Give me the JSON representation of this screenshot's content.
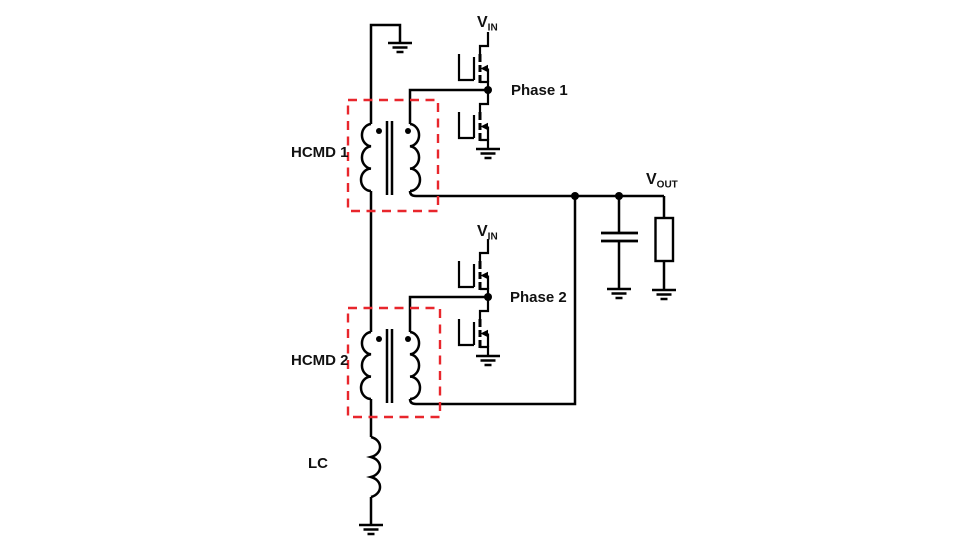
{
  "colors": {
    "wire": "#000000",
    "highlight_red": "#e8262c",
    "background": "#ffffff"
  },
  "labels": {
    "vin_phase1": {
      "main": "V",
      "sub": "IN"
    },
    "vin_phase2": {
      "main": "V",
      "sub": "IN"
    },
    "vout": {
      "main": "V",
      "sub": "OUT"
    },
    "phase1": "Phase 1",
    "phase2": "Phase 2",
    "hcmd1": "HCMD 1",
    "hcmd2": "HCMD 2",
    "lc": "LC"
  },
  "components": {
    "mosfets": [
      "phase1-high-side-nmos",
      "phase1-low-side-nmos",
      "phase2-high-side-nmos",
      "phase2-low-side-nmos"
    ],
    "transformers": [
      "hcmd1-coupled-inductor",
      "hcmd2-coupled-inductor"
    ],
    "inductor": "lc-inductor",
    "capacitor": "output-capacitor",
    "resistor": "output-load-resistor",
    "ground_symbols": 6,
    "highlight_boxes": [
      "hcmd1-dashed-box",
      "hcmd2-dashed-box"
    ]
  }
}
